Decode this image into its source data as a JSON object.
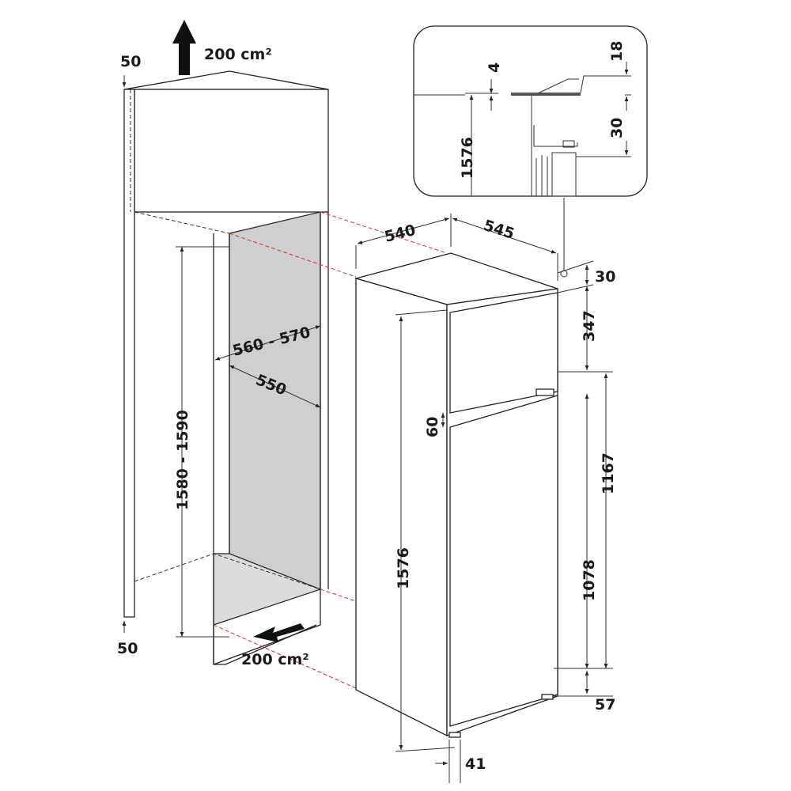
{
  "cabinet": {
    "top_offset": "50",
    "top_vent": "200 cm²",
    "niche_height": "1580 - 1590",
    "niche_width": "560 - 570",
    "niche_depth": "550",
    "bottom_offset": "50",
    "bottom_vent": "200 cm²"
  },
  "appliance": {
    "width": "540",
    "depth": "545",
    "top_gap": "30",
    "freezer_door_height": "347",
    "door_gap": "60",
    "hinge_height": "1167",
    "total_height": "1576",
    "fridge_door_height": "1078",
    "bottom_gap": "57",
    "base_gap": "41"
  },
  "detail": {
    "height": "1576",
    "gap_top": "4",
    "bracket_height": "18",
    "bracket_offset": "30"
  }
}
